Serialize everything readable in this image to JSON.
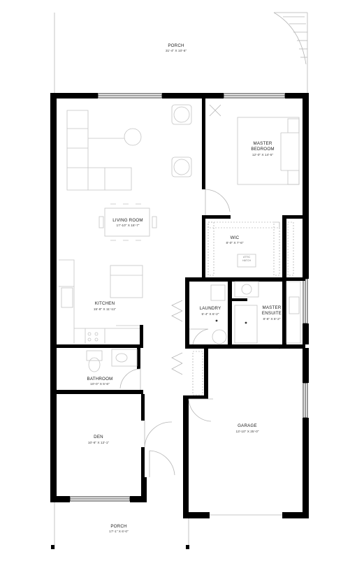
{
  "rooms": {
    "porch_top": {
      "name": "PORCH",
      "dims": "31'-4\" X 10'-6\""
    },
    "master_bedroom": {
      "name_line1": "MASTER",
      "name_line2": "BEDROOM",
      "dims": "12'-0\" X 14'-5\""
    },
    "living_room": {
      "name": "LIVING ROOM",
      "dims": "17'-10\" X 18'-7\""
    },
    "wic": {
      "name": "WIC",
      "dims": "8'-0\" X 7'-6\"",
      "note_line1": "ATTIC",
      "note_line2": "HATCH"
    },
    "kitchen": {
      "name": "KITCHEN",
      "dims": "15'-8\" X 11'-11\""
    },
    "laundry": {
      "name": "LAUNDRY",
      "dims": "5'-4\" X 6'-2\""
    },
    "master_ensuite": {
      "name_line1": "MASTER",
      "name_line2": "ENSUITE",
      "dims": "8'-6\" X 8'-2\""
    },
    "bathroom": {
      "name": "BATHROOM",
      "dims": "10'-0\" X 5'-6\""
    },
    "garage": {
      "name": "GARAGE",
      "dims": "13'-10\" X 25'-0\""
    },
    "den": {
      "name": "DEN",
      "dims": "10'-6\" X 12'-1\""
    },
    "porch_bottom": {
      "name": "PORCH",
      "dims": "17'-1\" X 6'-0\""
    }
  }
}
